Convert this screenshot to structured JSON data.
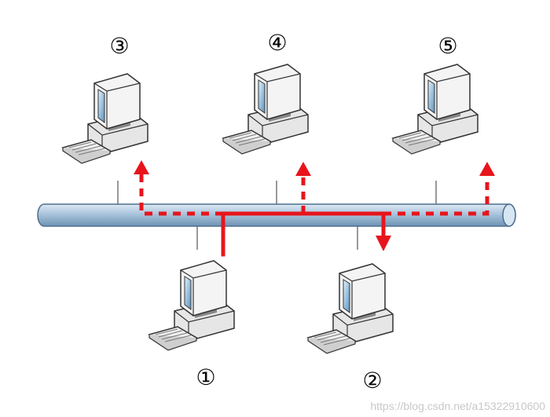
{
  "nodes": [
    {
      "id": "1",
      "label": "①"
    },
    {
      "id": "2",
      "label": "②"
    },
    {
      "id": "3",
      "label": "③"
    },
    {
      "id": "4",
      "label": "④"
    },
    {
      "id": "5",
      "label": "⑤"
    }
  ],
  "colors": {
    "bus": "#a9c4dc",
    "bus_edge": "#4f6e8e",
    "signal": "#e8141c",
    "computer_body": "#f2f2f2",
    "computer_outline": "#3a3a3a",
    "screen": "#6aa0c8"
  },
  "watermark": "https://blog.csdn.net/a15322910600"
}
